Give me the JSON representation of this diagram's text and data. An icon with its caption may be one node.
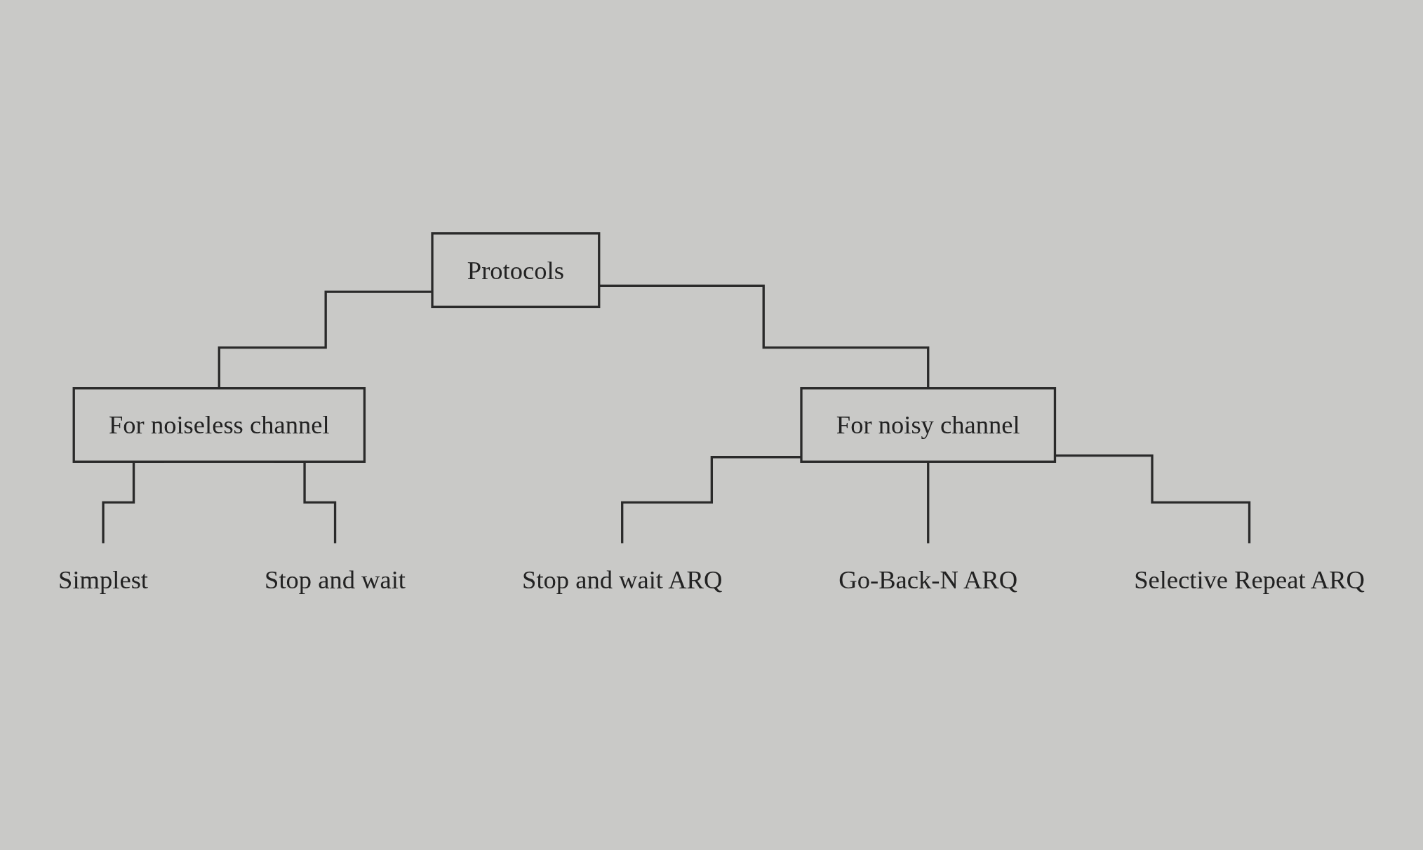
{
  "diagram": {
    "nodes": [
      {
        "text": [
          "Protocols"
        ]
      },
      {
        "text": [
          "For noiseless channel"
        ]
      },
      {
        "text": [
          "For noisy channel"
        ]
      },
      {
        "text": [
          "Simplest"
        ]
      },
      {
        "text": [
          "Stop and wait"
        ]
      },
      {
        "text": [
          "Stop and wait ARQ"
        ]
      },
      {
        "text": [
          "Go-Back-N ARQ"
        ]
      },
      {
        "text": [
          "Selective Repeat ARQ"
        ]
      }
    ],
    "edges": [
      {
        "from": 0,
        "to": 1,
        "arrow": "none"
      },
      {
        "from": 0,
        "to": 2,
        "arrow": "none"
      },
      {
        "from": 1,
        "to": 3,
        "arrow": "none"
      },
      {
        "from": 1,
        "to": 4,
        "arrow": "none"
      },
      {
        "from": 2,
        "to": 5,
        "arrow": "none"
      },
      {
        "from": 2,
        "to": 6,
        "arrow": "none"
      },
      {
        "from": 2,
        "to": 7,
        "arrow": "none"
      }
    ]
  }
}
